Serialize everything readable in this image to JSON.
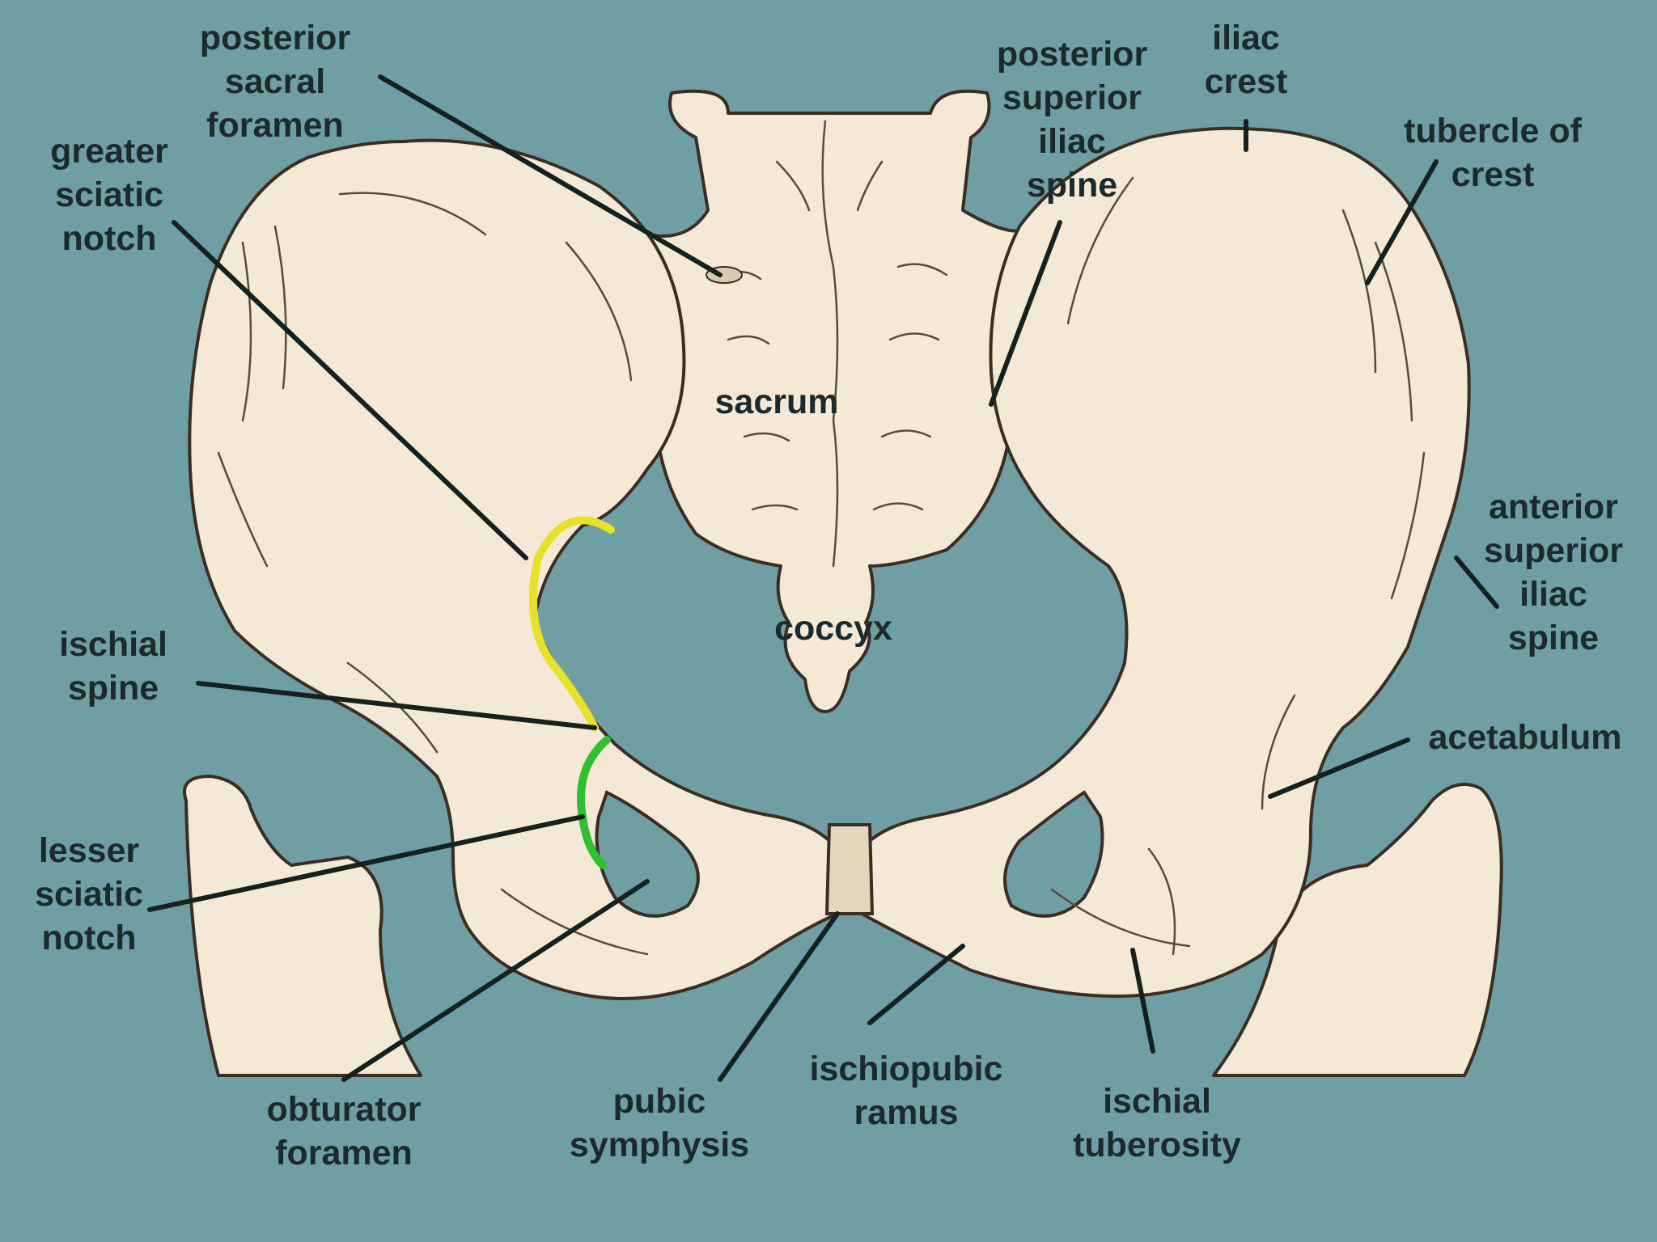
{
  "background_color": "#6f9ea3",
  "bone_color": "#f4e9d6",
  "highlight_colors": {
    "greater_sciatic_notch": "#e8e12a",
    "lesser_sciatic_notch": "#2fbf2f"
  },
  "labels": {
    "posterior_sacral_foramen": [
      "posterior",
      "sacral",
      "foramen"
    ],
    "greater_sciatic_notch": [
      "greater",
      "sciatic",
      "notch"
    ],
    "posterior_superior_iliac_spine": [
      "posterior",
      "superior",
      "iliac",
      "spine"
    ],
    "iliac_crest": [
      "iliac",
      "crest"
    ],
    "tubercle_of_crest": [
      "tubercle of",
      "crest"
    ],
    "sacrum": "sacrum",
    "coccyx": "coccyx",
    "anterior_superior_iliac_spine": [
      "anterior",
      "superior",
      "iliac",
      "spine"
    ],
    "ischial_spine": [
      "ischial",
      "spine"
    ],
    "acetabulum": "acetabulum",
    "lesser_sciatic_notch": [
      "lesser",
      "sciatic",
      "notch"
    ],
    "obturator_foramen": [
      "obturator",
      "foramen"
    ],
    "pubic_symphysis": [
      "pubic",
      "symphysis"
    ],
    "ischiopubic_ramus": [
      "ischiopubic",
      "ramus"
    ],
    "ischial_tuberosity": [
      "ischial",
      "tuberosity"
    ]
  }
}
